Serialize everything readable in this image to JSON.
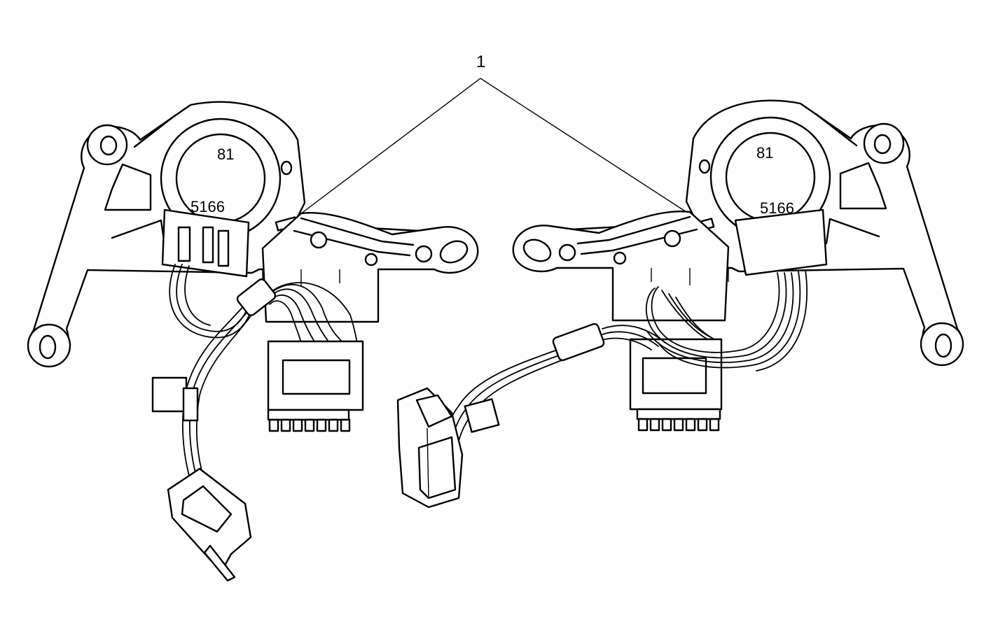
{
  "callout": {
    "number": "1"
  },
  "left_sensor": {
    "label_top": "81",
    "label_bottom": "5166"
  },
  "right_sensor": {
    "label_top": "81",
    "label_bottom": "5166"
  },
  "colors": {
    "line": "#000000",
    "background": "#ffffff"
  }
}
